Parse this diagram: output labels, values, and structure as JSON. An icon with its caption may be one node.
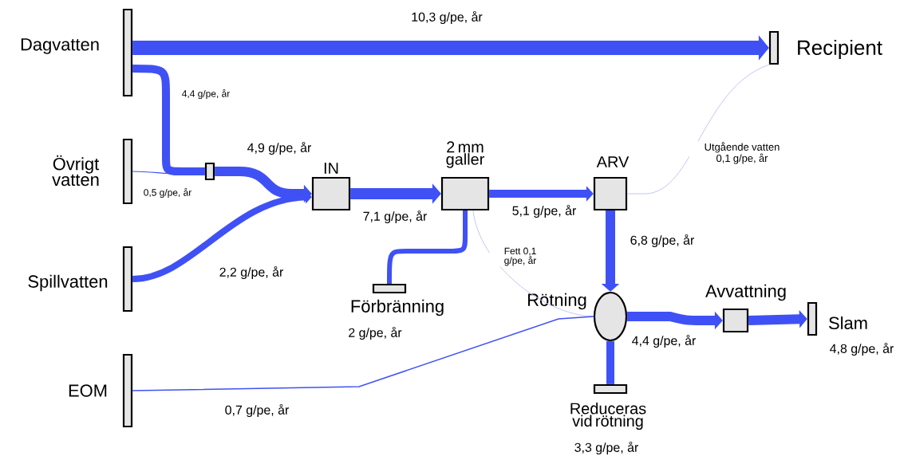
{
  "diagram": {
    "nodes": [
      {
        "text": [
          "Dagvatten"
        ]
      },
      {
        "text": [
          "Recipient"
        ]
      },
      {
        "text": [
          "Övrigt vatten"
        ]
      },
      {
        "text": [],
        "shape": "box"
      },
      {
        "text": [
          "IN"
        ]
      },
      {
        "text": [
          "2 mm galler"
        ]
      },
      {
        "text": [
          "ARV"
        ]
      },
      {
        "text": [
          "Spillvatten"
        ]
      },
      {
        "text": [
          "Förbränning"
        ],
        "beside": [
          "2 g/pe, år"
        ]
      },
      {
        "text": [
          "Rötning"
        ]
      },
      {
        "text": [
          "Avvattning"
        ]
      },
      {
        "text": [
          "Slam"
        ],
        "beside": [
          "4,8 g/pe, år"
        ]
      },
      {
        "text": [
          "EOM"
        ]
      },
      {
        "text": [
          "Reduceras vid rötning"
        ],
        "beside": [
          "3,3 g/pe, år"
        ]
      }
    ],
    "edges": [
      {
        "from": 0,
        "to": 1,
        "arrow": "to",
        "label": "10,3 g/pe, år",
        "style": "thick"
      },
      {
        "from": 0,
        "to": 3,
        "arrow": "none",
        "label": "4,4 g/pe, år"
      },
      {
        "from": 2,
        "to": 3,
        "arrow": "none",
        "label": "0,5 g/pe, år"
      },
      {
        "from": 3,
        "to": 4,
        "arrow": "to",
        "label": "4,9 g/pe, år"
      },
      {
        "from": 7,
        "to": 4,
        "arrow": "to",
        "label": "2,2 g/pe, år"
      },
      {
        "from": 4,
        "to": 5,
        "arrow": "to",
        "label": "7,1 g/pe, år"
      },
      {
        "from": 5,
        "to": 6,
        "arrow": "to",
        "label": "5,1 g/pe, år"
      },
      {
        "from": 5,
        "to": 8,
        "arrow": "none"
      },
      {
        "from": 5,
        "to": 9,
        "arrow": "none",
        "label": "Fett 0,1 g/pe, år",
        "color": "#c2c6f7"
      },
      {
        "from": 6,
        "to": 1,
        "arrow": "none",
        "label": "Utgående vatten 0,1 g/pe, år",
        "color": "#c2c6f7"
      },
      {
        "from": 6,
        "to": 9,
        "arrow": "to",
        "label": "6,8 g/pe, år"
      },
      {
        "from": 12,
        "to": 9,
        "arrow": "none",
        "label": "0,7 g/pe, år"
      },
      {
        "from": 9,
        "to": 10,
        "arrow": "to",
        "label": "4,4 g/pe, år"
      },
      {
        "from": 10,
        "to": 11,
        "arrow": "to"
      },
      {
        "from": 9,
        "to": 13,
        "arrow": "none"
      }
    ]
  }
}
